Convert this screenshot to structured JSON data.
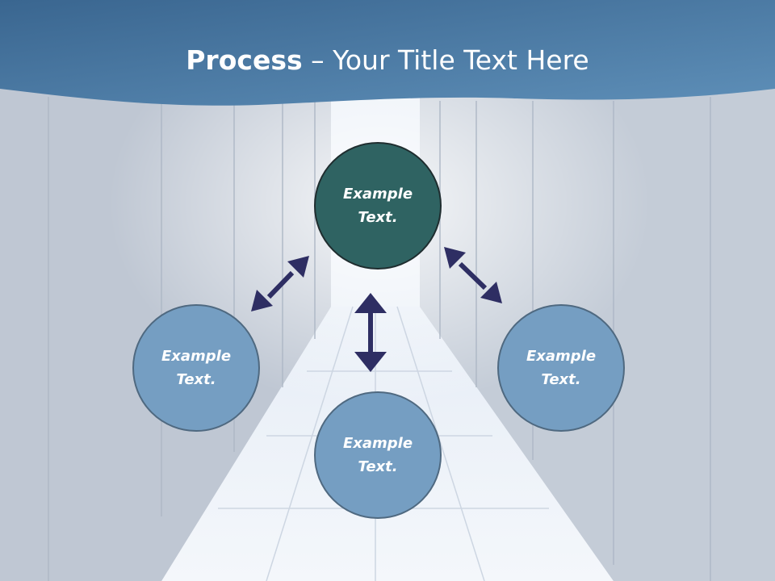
{
  "slide": {
    "title_bold": "Process",
    "title_rest": " – Your Title Text Here",
    "nodes": {
      "top": "Example Text.",
      "left": "Example Text.",
      "bottom": "Example Text.",
      "right": "Example Text."
    },
    "colors": {
      "header": "#3f6f9e",
      "center_node": "#2f6362",
      "outer_node": "#759ec2",
      "arrow": "#2e2e63"
    }
  }
}
